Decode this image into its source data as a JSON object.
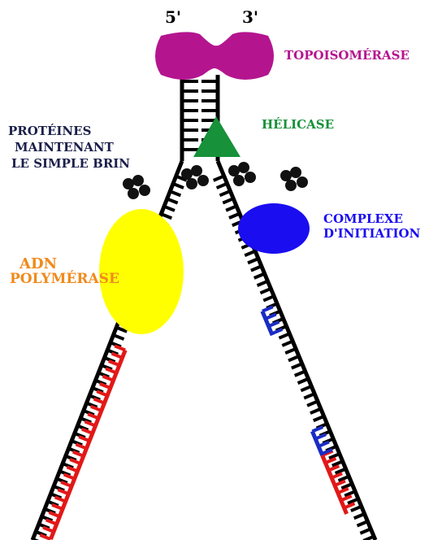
{
  "labels": {
    "five_prime": "5'",
    "three_prime": "3'",
    "topoisomerase": "TOPOISOMÉRASE",
    "helicase": "HÉLICASE",
    "ssb_line1": "PROTÉINES",
    "ssb_line2": "MAINTENANT",
    "ssb_line3": "LE SIMPLE BRIN",
    "initiation_line1": "COMPLEXE",
    "initiation_line2": "D'INITIATION",
    "polymerase_line1": "ADN",
    "polymerase_line2": "POLYMÉRASE"
  },
  "colors": {
    "strand": "#000000",
    "topoisomerase": "#b4158f",
    "helicase": "#17913a",
    "ssb_label": "#1a1f4a",
    "ssb_protein": "#111111",
    "initiation_complex": "#1a0df0",
    "polymerase": "#ffff00",
    "polymerase_label": "#f08a1c",
    "new_strand": "#e21818",
    "primer": "#1a2cc4"
  }
}
